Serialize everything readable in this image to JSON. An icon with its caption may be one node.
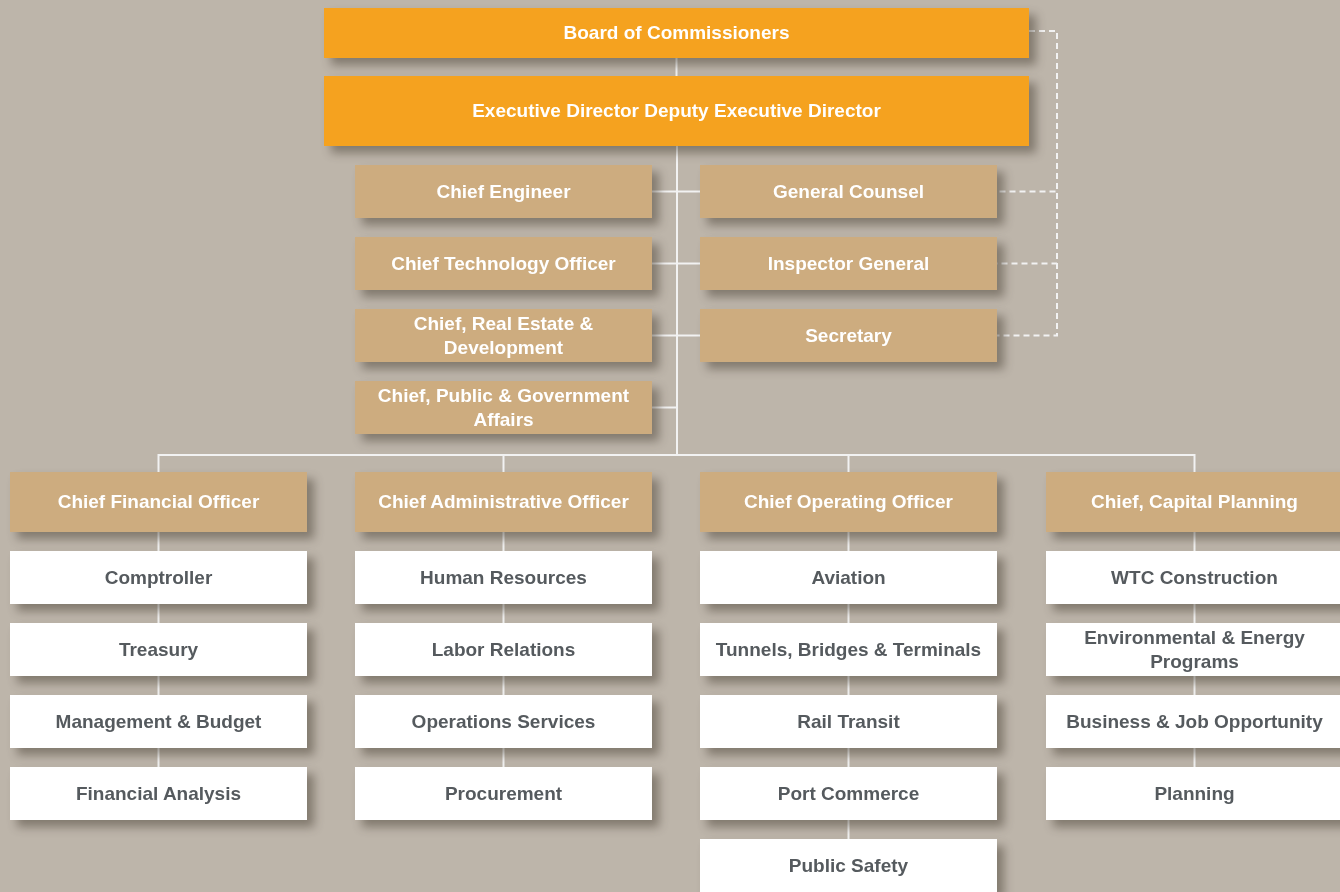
{
  "diagram": {
    "nodes": [
      {
        "text": [
          "Board of Commissioners"
        ]
      },
      {
        "text": [
          "Executive Director Deputy Executive Director"
        ]
      },
      {
        "text": [
          "Chief Engineer"
        ]
      },
      {
        "text": [
          "General Counsel"
        ]
      },
      {
        "text": [
          "Chief Technology Officer"
        ]
      },
      {
        "text": [
          "Inspector General"
        ]
      },
      {
        "text": [
          "Chief, Real Estate & Development"
        ]
      },
      {
        "text": [
          "Secretary"
        ]
      },
      {
        "text": [
          "Chief, Public & Government Affairs"
        ]
      },
      {
        "text": [
          "Chief Financial Officer"
        ]
      },
      {
        "text": [
          "Chief Administrative Officer"
        ]
      },
      {
        "text": [
          "Chief Operating Officer"
        ]
      },
      {
        "text": [
          "Chief, Capital Planning"
        ]
      },
      {
        "text": [
          "Comptroller"
        ]
      },
      {
        "text": [
          "Treasury"
        ]
      },
      {
        "text": [
          "Management & Budget"
        ]
      },
      {
        "text": [
          "Financial Analysis"
        ]
      },
      {
        "text": [
          "Human Resources"
        ]
      },
      {
        "text": [
          "Labor Relations"
        ]
      },
      {
        "text": [
          "Operations Services"
        ]
      },
      {
        "text": [
          "Procurement"
        ]
      },
      {
        "text": [
          "Aviation"
        ]
      },
      {
        "text": [
          "Tunnels, Bridges & Terminals"
        ]
      },
      {
        "text": [
          "Rail Transit"
        ]
      },
      {
        "text": [
          "Port Commerce"
        ]
      },
      {
        "text": [
          "Public Safety"
        ]
      },
      {
        "text": [
          "WTC Construction"
        ]
      },
      {
        "text": [
          "Environmental & Energy Programs"
        ]
      },
      {
        "text": [
          "Business & Job Opportunity"
        ]
      },
      {
        "text": [
          "Planning"
        ]
      }
    ],
    "edges": [
      {
        "from": 0,
        "to": 1,
        "arrow": "none"
      },
      {
        "from": 1,
        "to": 2,
        "arrow": "none"
      },
      {
        "from": 1,
        "to": 3,
        "arrow": "none"
      },
      {
        "from": 1,
        "to": 4,
        "arrow": "none"
      },
      {
        "from": 1,
        "to": 5,
        "arrow": "none"
      },
      {
        "from": 1,
        "to": 6,
        "arrow": "none"
      },
      {
        "from": 1,
        "to": 7,
        "arrow": "none"
      },
      {
        "from": 1,
        "to": 8,
        "arrow": "none"
      },
      {
        "from": 1,
        "to": 9,
        "arrow": "none"
      },
      {
        "from": 1,
        "to": 10,
        "arrow": "none"
      },
      {
        "from": 1,
        "to": 11,
        "arrow": "none"
      },
      {
        "from": 1,
        "to": 12,
        "arrow": "none"
      },
      {
        "from": 0,
        "to": 3,
        "arrow": "none",
        "style": "dashed"
      },
      {
        "from": 0,
        "to": 5,
        "arrow": "none",
        "style": "dashed"
      },
      {
        "from": 0,
        "to": 7,
        "arrow": "none",
        "style": "dashed"
      },
      {
        "from": 9,
        "to": 13,
        "arrow": "none"
      },
      {
        "from": 13,
        "to": 14,
        "arrow": "none"
      },
      {
        "from": 14,
        "to": 15,
        "arrow": "none"
      },
      {
        "from": 15,
        "to": 16,
        "arrow": "none"
      },
      {
        "from": 10,
        "to": 17,
        "arrow": "none"
      },
      {
        "from": 17,
        "to": 18,
        "arrow": "none"
      },
      {
        "from": 18,
        "to": 19,
        "arrow": "none"
      },
      {
        "from": 19,
        "to": 20,
        "arrow": "none"
      },
      {
        "from": 11,
        "to": 21,
        "arrow": "none"
      },
      {
        "from": 21,
        "to": 22,
        "arrow": "none"
      },
      {
        "from": 22,
        "to": 23,
        "arrow": "none"
      },
      {
        "from": 23,
        "to": 24,
        "arrow": "none"
      },
      {
        "from": 24,
        "to": 25,
        "arrow": "none"
      },
      {
        "from": 12,
        "to": 26,
        "arrow": "none"
      },
      {
        "from": 26,
        "to": 27,
        "arrow": "none"
      },
      {
        "from": 27,
        "to": 28,
        "arrow": "none"
      },
      {
        "from": 28,
        "to": 29,
        "arrow": "none"
      }
    ]
  }
}
